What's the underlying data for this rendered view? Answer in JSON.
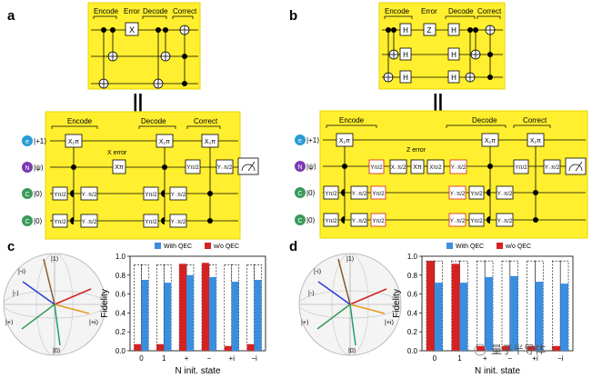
{
  "panels": {
    "a": {
      "letter": "a"
    },
    "b": {
      "letter": "b"
    },
    "c": {
      "letter": "c"
    },
    "d": {
      "letter": "d"
    }
  },
  "equals_sign": "||",
  "small_circuits": {
    "a": {
      "encode": "Encode",
      "error": "Error",
      "decode": "Decode",
      "correct": "Correct",
      "error_gate": "X"
    },
    "b": {
      "encode": "Encode",
      "error": "Error",
      "decode": "Decode",
      "correct": "Correct",
      "error_gate": "Z",
      "h_gate": "H"
    }
  },
  "big_circuits": {
    "a": {
      "encode": "Encode",
      "decode": "Decode",
      "correct": "Correct",
      "error_label": "X error",
      "qubits": [
        "|+1⟩",
        "|ψ⟩",
        "|0⟩",
        "|0⟩"
      ],
      "gates": {
        "x2pi": "X₂π",
        "y_neg": "Y₋π/2",
        "y_pos": "Yπ/2",
        "x_pi": "Xπ"
      }
    },
    "b": {
      "encode": "Encode",
      "decode": "Decode",
      "correct": "Correct",
      "error_label": "Z error",
      "qubits": [
        "|+1⟩",
        "|ψ⟩",
        "|0⟩",
        "|0⟩"
      ],
      "gates": {
        "x2pi": "X₂π",
        "y_neg": "Y₋π/2",
        "y_pos": "Yπ/2",
        "x_pi": "Xπ",
        "x_neg": "X₋π/2",
        "x_pos": "Xπ/2"
      }
    }
  },
  "bloch": {
    "c": {
      "labels": [
        "|1⟩",
        "|-i⟩",
        "|-⟩",
        "|+⟩",
        "|+i⟩",
        "|0⟩"
      ]
    },
    "d": {
      "labels": [
        "|1⟩",
        "|-i⟩",
        "|-⟩",
        "|+⟩",
        "|+i⟩",
        "|0⟩"
      ]
    }
  },
  "colors": {
    "circuit_bg": "#ffef2f",
    "with_qec": "#3a8ee0",
    "without_qec": "#d42222",
    "control": "#000000"
  },
  "chart_data": [
    {
      "type": "bar",
      "categories": [
        "0",
        "1",
        "+",
        "−",
        "+i",
        "−i"
      ],
      "series": [
        {
          "name": "With QEC",
          "values": [
            0.75,
            0.72,
            0.8,
            0.78,
            0.73,
            0.75
          ]
        },
        {
          "name": "w/o QEC",
          "values": [
            0.07,
            0.07,
            0.92,
            0.93,
            0.05,
            0.07
          ]
        }
      ],
      "ideal": [
        0.91,
        0.91,
        0.91,
        0.91,
        0.91,
        0.91
      ],
      "xlabel": "N init. state",
      "ylabel": "Fidelity",
      "ylim": [
        0.0,
        1.0
      ],
      "yticks": [
        "0.0",
        "0.2",
        "0.4",
        "0.6",
        "0.8",
        "1.0"
      ]
    },
    {
      "type": "bar",
      "categories": [
        "0",
        "1",
        "+",
        "−",
        "+i",
        "−i"
      ],
      "series": [
        {
          "name": "With QEC",
          "values": [
            0.72,
            0.72,
            0.78,
            0.79,
            0.73,
            0.71
          ]
        },
        {
          "name": "w/o QEC",
          "values": [
            0.95,
            0.92,
            0.05,
            0.05,
            0.05,
            0.05
          ]
        }
      ],
      "ideal": [
        0.95,
        0.95,
        0.95,
        0.95,
        0.95,
        0.95
      ],
      "xlabel": "N init. state",
      "ylabel": "Fidelity",
      "ylim": [
        0.0,
        1.0
      ],
      "yticks": [
        "0.0",
        "0.2",
        "0.4",
        "0.6",
        "0.8",
        "1.0"
      ]
    }
  ],
  "watermark": "量子半导体"
}
